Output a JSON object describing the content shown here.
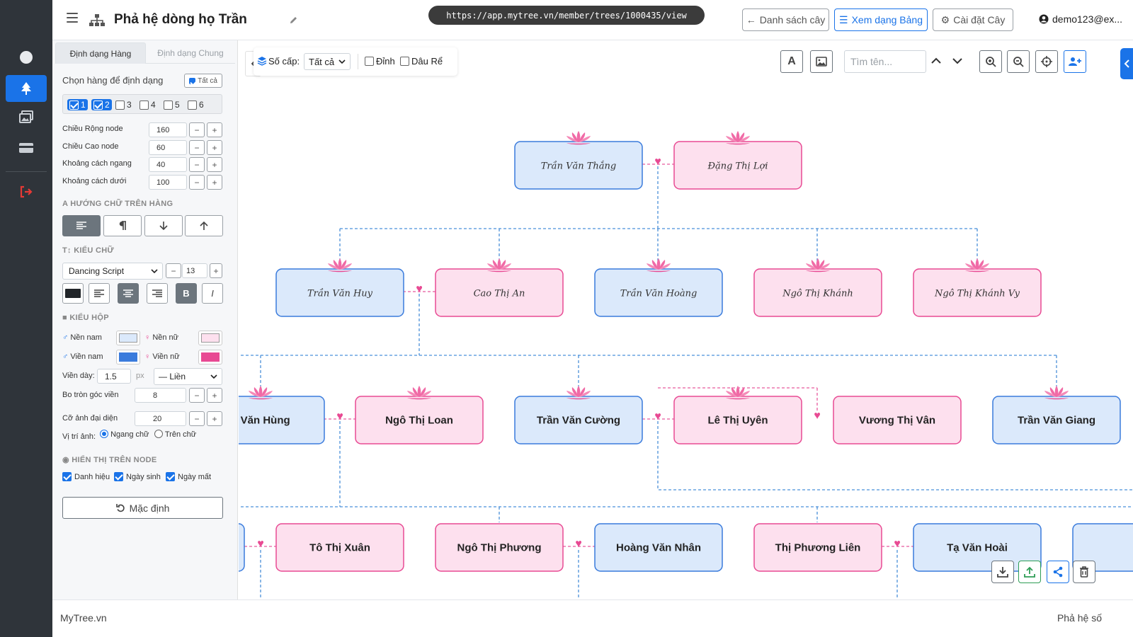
{
  "browser": {
    "url": "https://app.mytree.vn/member/trees/1000435/view"
  },
  "header": {
    "title": "Phả hệ dòng họ Trần",
    "buttons": {
      "tree_list": "Danh sách cây",
      "table_view": "Xem dạng Bảng",
      "tree_settings": "Cài đặt Cây"
    },
    "user": "demo123@ex..."
  },
  "panel": {
    "tabs": [
      "Định dạng Hàng",
      "Định dạng Chung"
    ],
    "select_rows_label": "Chọn hàng để định dạng",
    "select_all": "Tất cả",
    "rows": [
      {
        "label": "1",
        "checked": true
      },
      {
        "label": "2",
        "checked": true
      },
      {
        "label": "3",
        "checked": false
      },
      {
        "label": "4",
        "checked": false
      },
      {
        "label": "5",
        "checked": false
      },
      {
        "label": "6",
        "checked": false
      }
    ],
    "dimensions": [
      {
        "label": "Chiều Rộng node",
        "value": "160"
      },
      {
        "label": "Chiều Cao node",
        "value": "60"
      },
      {
        "label": "Khoảng cách ngang",
        "value": "40"
      },
      {
        "label": "Khoảng cách dưới",
        "value": "100"
      }
    ],
    "text_direction_heading": "HƯỚNG CHỮ TRÊN HÀNG",
    "font_heading": "KIỂU CHỮ",
    "font_family": "Dancing Script",
    "font_size": "13",
    "bold_label": "B",
    "italic_label": "I",
    "box_heading": "KIỂU HỘP",
    "male_bg_label": "Nền nam",
    "female_bg_label": "Nền nữ",
    "male_border_label": "Viền nam",
    "female_border_label": "Viền nữ",
    "colors": {
      "male_bg": "#dbe9fb",
      "female_bg": "#fde0ee",
      "male_border": "#3a7bdc",
      "female_border": "#e84a93",
      "text": "#212529"
    },
    "border_width_label": "Viền dày:",
    "border_width": "1.5",
    "border_unit": "px",
    "border_style": "— Liền",
    "corner_radius_label": "Bo tròn góc viền",
    "corner_radius": "8",
    "avatar_size_label": "Cỡ ảnh đại diện",
    "avatar_size": "20",
    "image_position_label": "Vị trí ảnh:",
    "image_position_options": [
      "Ngang chữ",
      "Trên chữ"
    ],
    "display_heading": "HIỂN THỊ TRÊN NODE",
    "display_options": [
      "Danh hiệu",
      "Ngày sinh",
      "Ngày mất"
    ],
    "reset": "Mặc định"
  },
  "toolbar": {
    "levels_label": "Số cấp:",
    "levels_value": "Tất cả",
    "top_label": "Đỉnh",
    "root_label": "Dâu Rể",
    "search_placeholder": "Tìm tên...",
    "text_tool": "A"
  },
  "tree": {
    "gen1": [
      "Trần Văn Thắng",
      "Đặng Thị Lợi"
    ],
    "gen2": [
      "Trần Văn Huy",
      "Cao Thị An",
      "Trần Văn Hoàng",
      "Ngô Thị Khánh",
      "Ngô Thị Khánh Vy"
    ],
    "gen3": [
      "n Văn Hùng",
      "Ngô Thị Loan",
      "Trần Văn Cường",
      "Lê Thị Uyên",
      "Vương Thị Vân",
      "Trần Văn Giang"
    ],
    "gen4": [
      "Tô Thị Xuân",
      "Ngô Thị Phương",
      "Hoàng Văn Nhân",
      "Thị Phương Liên",
      "Tạ Văn Hoài"
    ]
  },
  "footer": {
    "left": "MyTree.vn",
    "right": "Phả hệ số"
  }
}
